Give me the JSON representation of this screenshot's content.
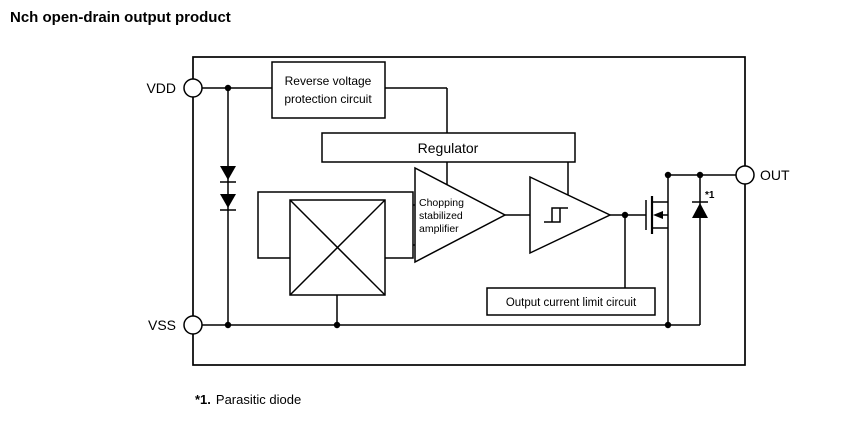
{
  "title": "Nch open-drain output product",
  "terminals": {
    "vdd": "VDD",
    "vss": "VSS",
    "out": "OUT"
  },
  "blocks": {
    "reverse_protection": {
      "line1": "Reverse voltage",
      "line2": "protection circuit"
    },
    "regulator": {
      "label": "Regulator"
    },
    "chopping_amp": {
      "line1": "Chopping",
      "line2": "stabilized",
      "line3": "amplifier"
    },
    "output_current_limit": {
      "label": "Output current limit circuit"
    }
  },
  "annotations": {
    "parasitic_diode_ref": "*1"
  },
  "footnote": {
    "prefix": "*1.",
    "text": "Parasitic diode"
  },
  "colors": {
    "ink": "#000000",
    "paper": "#ffffff"
  }
}
